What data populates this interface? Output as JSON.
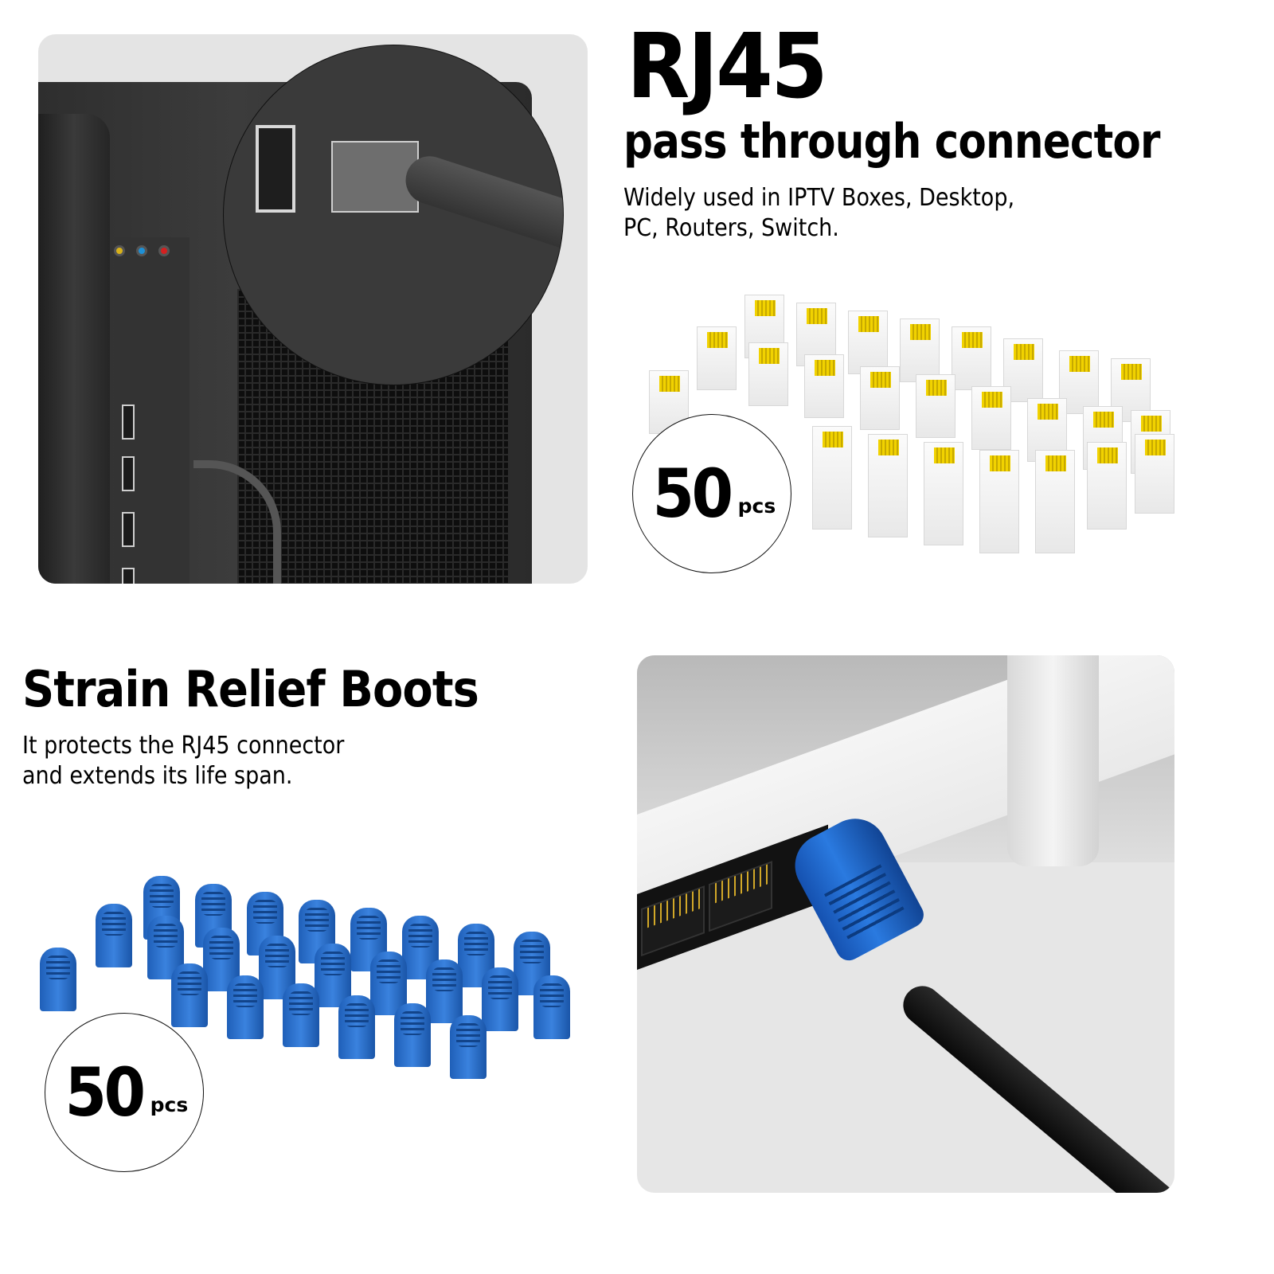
{
  "top_section": {
    "title": "RJ45",
    "subtitle": "pass through connector",
    "description_lines": [
      "Widely used in IPTV Boxes, Desktop,",
      "PC, Routers, Switch."
    ],
    "badge": {
      "number": "50",
      "unit": "pcs"
    },
    "image_left": "pc-rear-panel-with-rj45-cable-magnified",
    "image_right": "rj45-connectors-cluster"
  },
  "bottom_section": {
    "title": "Strain Relief Boots",
    "description_lines": [
      "It protects the RJ45 connector",
      "and extends its life span."
    ],
    "badge": {
      "number": "50",
      "unit": "pcs"
    },
    "image_left": "blue-strain-relief-boots-cluster",
    "image_right": "router-with-blue-boot-cable"
  },
  "colors": {
    "text": "#000000",
    "panel_bg": "#e4e4e4",
    "boot_blue": "#2a72d0",
    "connector_gold": "#e8c800",
    "pc_case": "#333333"
  }
}
